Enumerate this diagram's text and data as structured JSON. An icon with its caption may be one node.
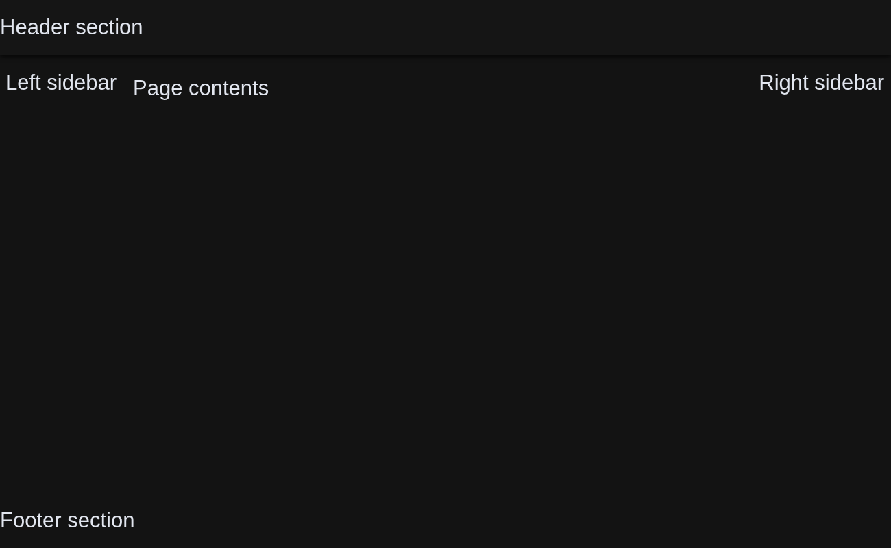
{
  "diagram": {
    "nodes": [
      {
        "text": [
          "Header section"
        ]
      },
      {
        "text": [
          "Left sidebar"
        ]
      },
      {
        "text": [
          "Page contents"
        ]
      },
      {
        "text": [
          "Right sidebar"
        ]
      },
      {
        "text": [
          "Footer section"
        ]
      }
    ]
  }
}
